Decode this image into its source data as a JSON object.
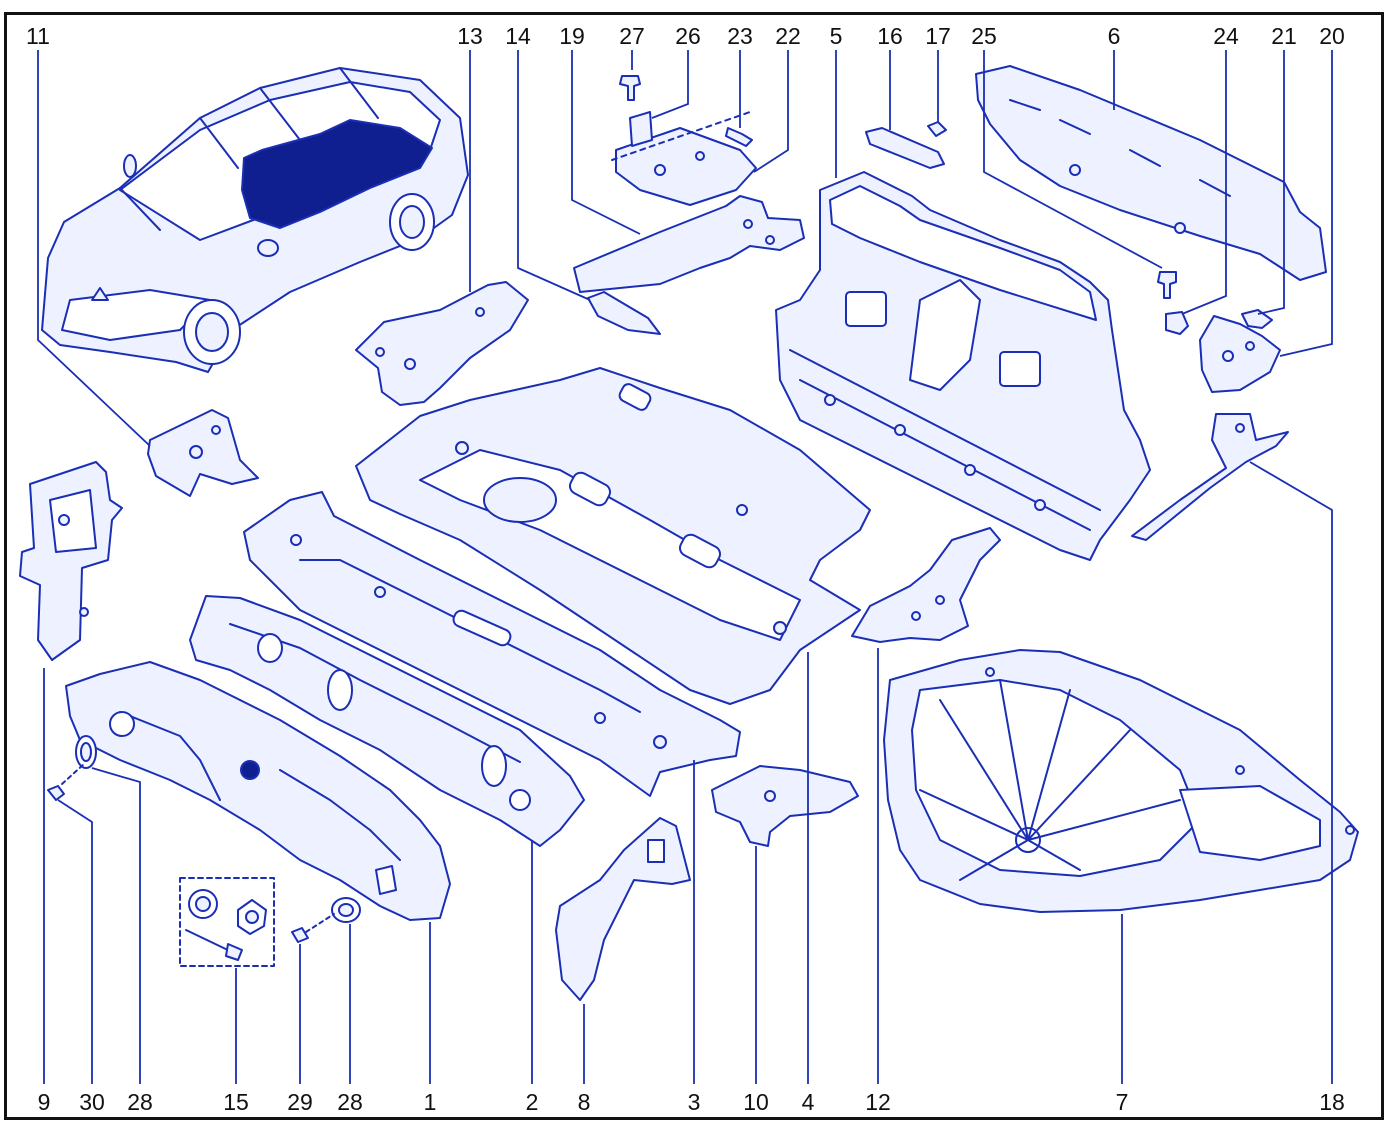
{
  "diagram": {
    "line_color": "#1a2fb5",
    "fill_color": "#eef1ff",
    "dark_fill": "#0f1f8f",
    "text_color": "#111111",
    "top_callouts": [
      "11",
      "13",
      "14",
      "19",
      "27",
      "26",
      "23",
      "22",
      "5",
      "16",
      "17",
      "25",
      "6",
      "24",
      "21",
      "20"
    ],
    "bottom_callouts": [
      "9",
      "30",
      "28",
      "15",
      "29",
      "28",
      "1",
      "2",
      "8",
      "3",
      "10",
      "4",
      "12",
      "7",
      "18"
    ]
  }
}
